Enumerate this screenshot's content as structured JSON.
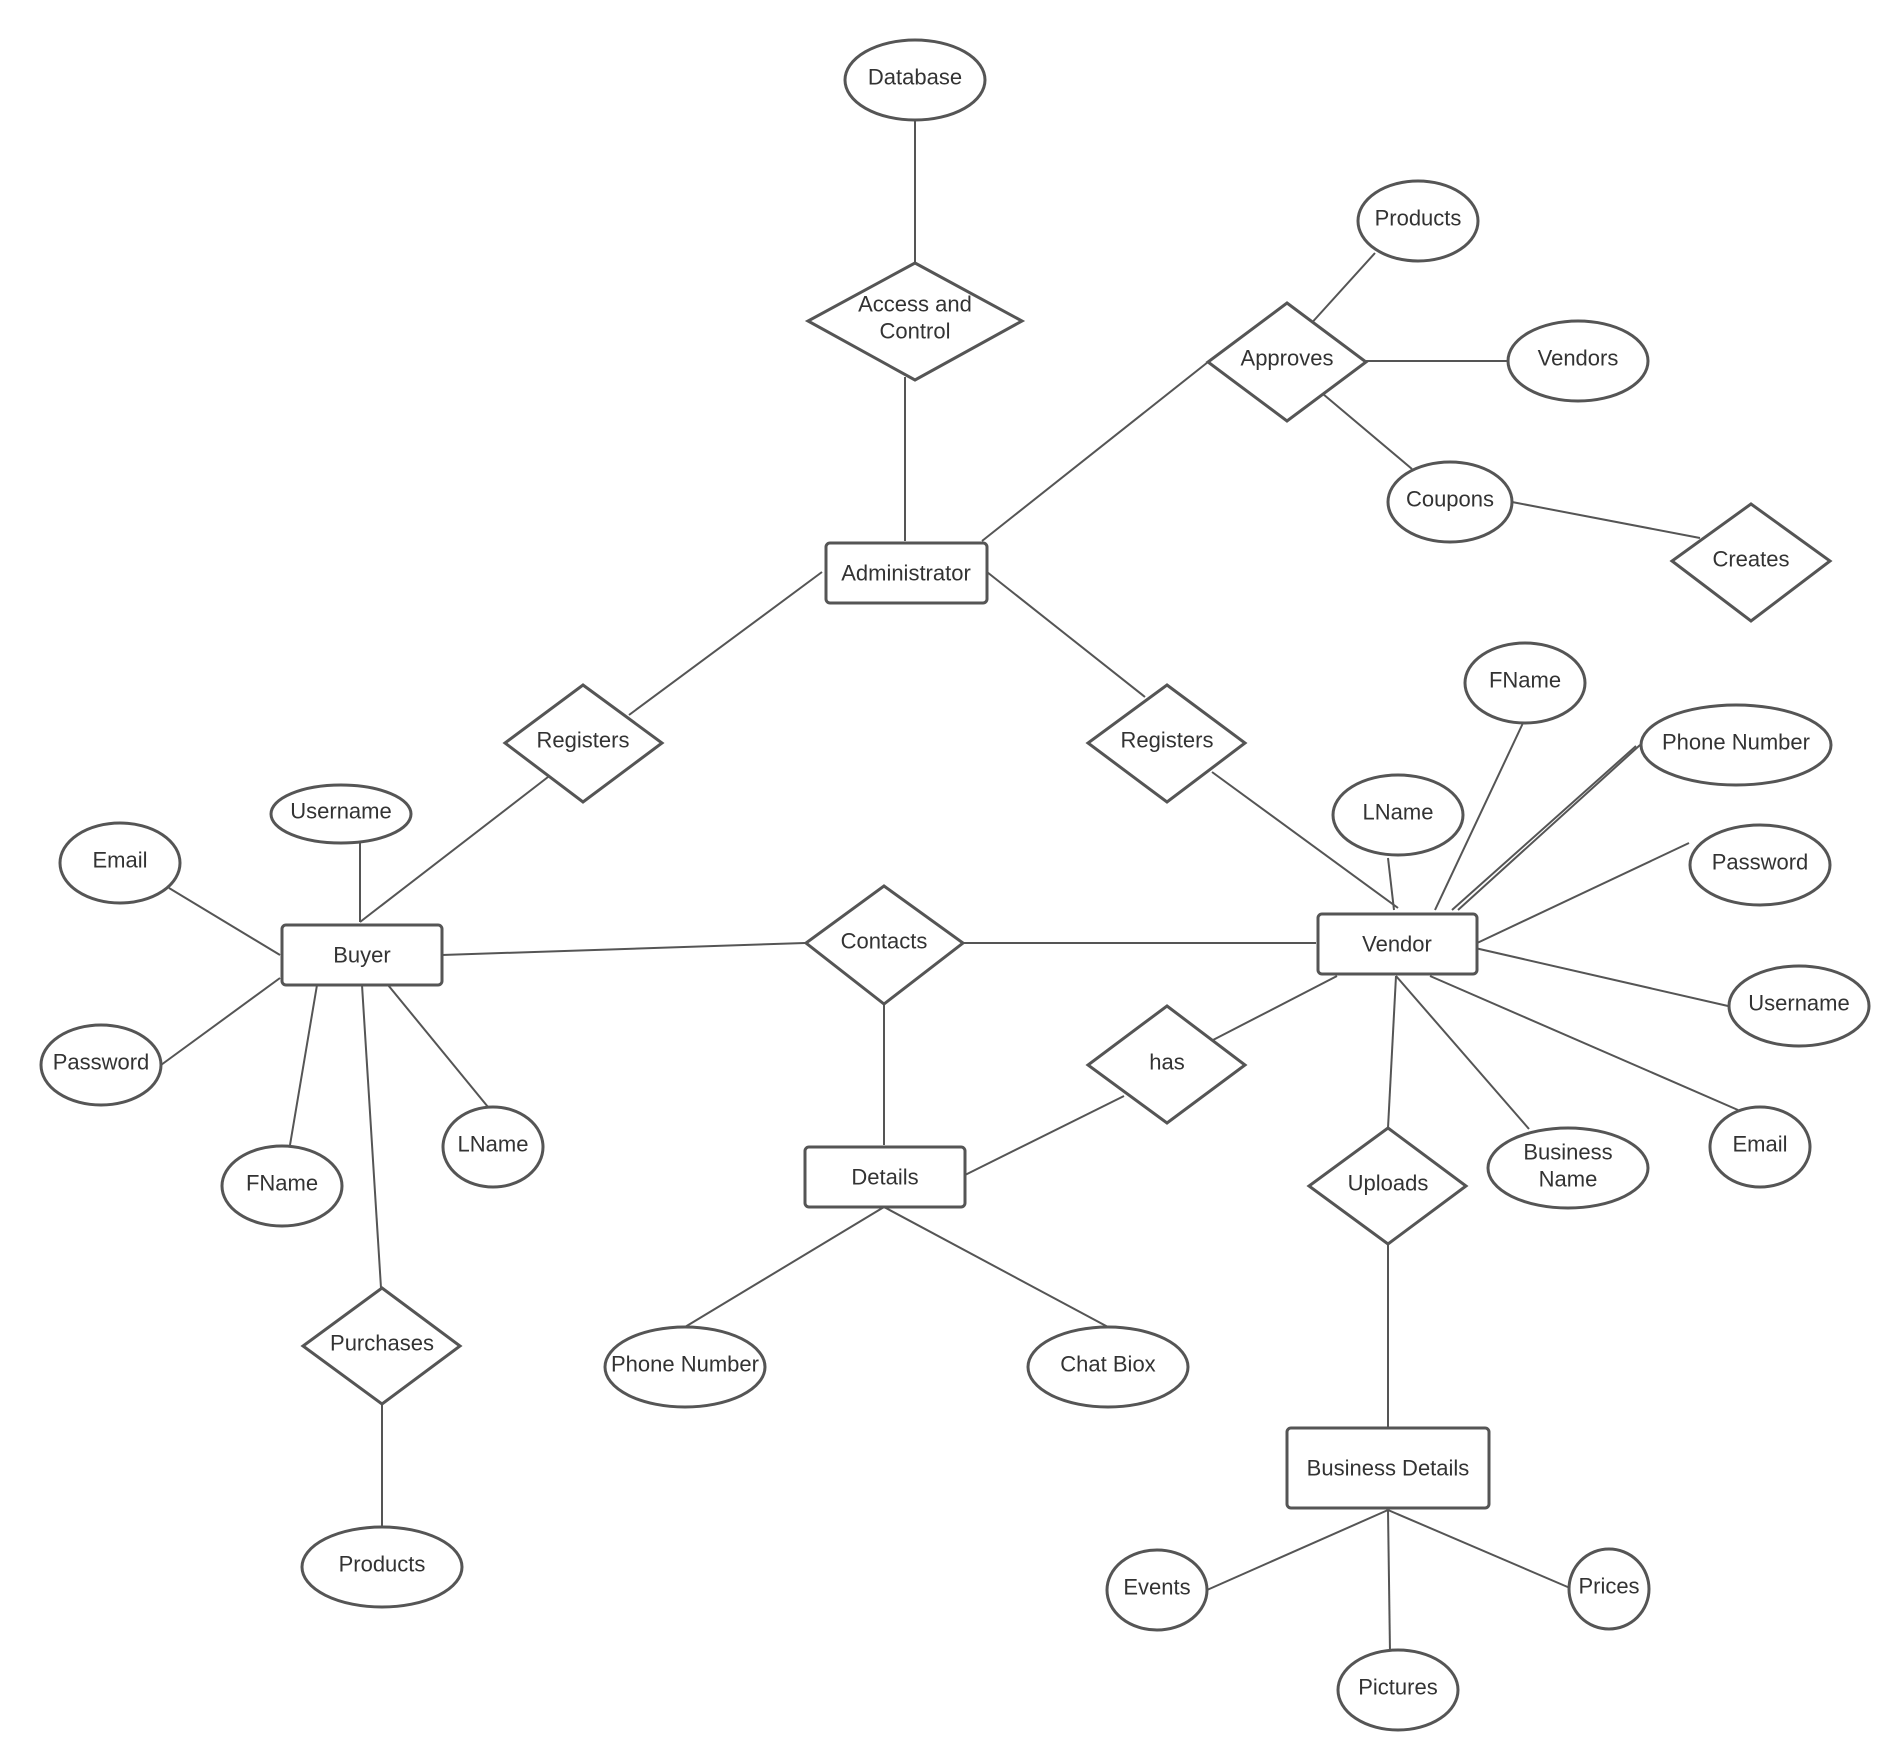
{
  "entities": {
    "administrator": "Administrator",
    "buyer": "Buyer",
    "vendor": "Vendor",
    "details": "Details",
    "business_details": "Business Details"
  },
  "relationships": {
    "access_control": [
      "Access and",
      "Control"
    ],
    "approves": "Approves",
    "creates": "Creates",
    "registers_buyer": "Registers",
    "registers_vendor": "Registers",
    "contacts": "Contacts",
    "has": "has",
    "uploads": "Uploads",
    "purchases": "Purchases"
  },
  "attributes": {
    "database": "Database",
    "products_top": "Products",
    "vendors": "Vendors",
    "coupons": "Coupons",
    "buyer_username": "Username",
    "buyer_email": "Email",
    "buyer_password": "Password",
    "buyer_fname": "FName",
    "buyer_lname": "LName",
    "buyer_products": "Products",
    "details_phone": "Phone Number",
    "details_chat": "Chat Biox",
    "vendor_fname": "FName",
    "vendor_lname": "LName",
    "vendor_phone": "Phone Number",
    "vendor_password": "Password",
    "vendor_username": "Username",
    "vendor_email": "Email",
    "vendor_business_name": [
      "Business",
      "Name"
    ],
    "events": "Events",
    "pictures": "Pictures",
    "prices": "Prices"
  }
}
